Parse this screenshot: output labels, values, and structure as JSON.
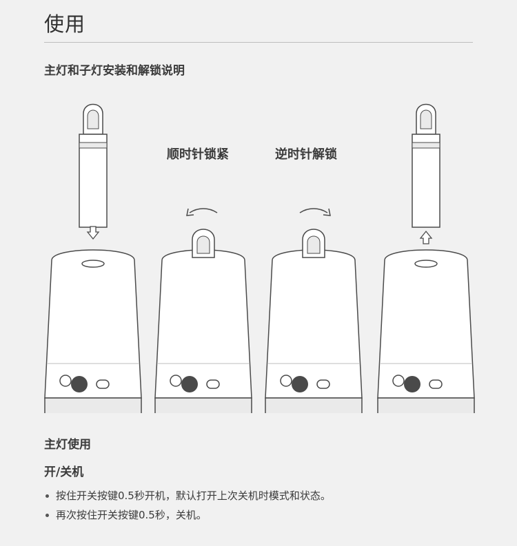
{
  "header": {
    "title": "使用"
  },
  "section": {
    "title": "主灯和子灯安装和解锁说明"
  },
  "illustration": {
    "rotate_cw_label": "顺时针锁紧",
    "rotate_ccw_label": "逆时针解锁",
    "stroke_color": "#4a4a4a",
    "body_color": "#ffffff",
    "icons": [
      "arrow-down-icon",
      "rotate-left-icon",
      "rotate-right-icon",
      "arrow-up-icon"
    ]
  },
  "main_light": {
    "title": "主灯使用",
    "power": {
      "title": "开/关机",
      "items": [
        "按住开关按键0.5秒开机，默认打开上次关机时模式和状态。",
        "再次按住开关按键0.5秒，关机。"
      ]
    }
  }
}
